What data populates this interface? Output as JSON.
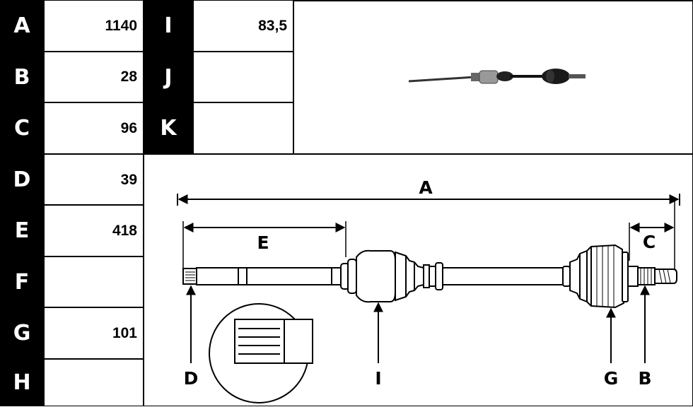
{
  "left_table": [
    {
      "letter": "A",
      "value": "1140"
    },
    {
      "letter": "B",
      "value": "28"
    },
    {
      "letter": "C",
      "value": "96"
    },
    {
      "letter": "D",
      "value": "39"
    },
    {
      "letter": "E",
      "value": "418"
    },
    {
      "letter": "F",
      "value": ""
    },
    {
      "letter": "G",
      "value": "101"
    },
    {
      "letter": "H",
      "value": ""
    }
  ],
  "right_table": [
    {
      "letter": "I",
      "value": "83,5"
    },
    {
      "letter": "J",
      "value": ""
    },
    {
      "letter": "K",
      "value": ""
    }
  ],
  "diagram": {
    "label_a": "A",
    "label_e": "E",
    "label_c": "C",
    "label_d": "D",
    "label_i": "I",
    "label_g": "G",
    "label_b": "B"
  }
}
